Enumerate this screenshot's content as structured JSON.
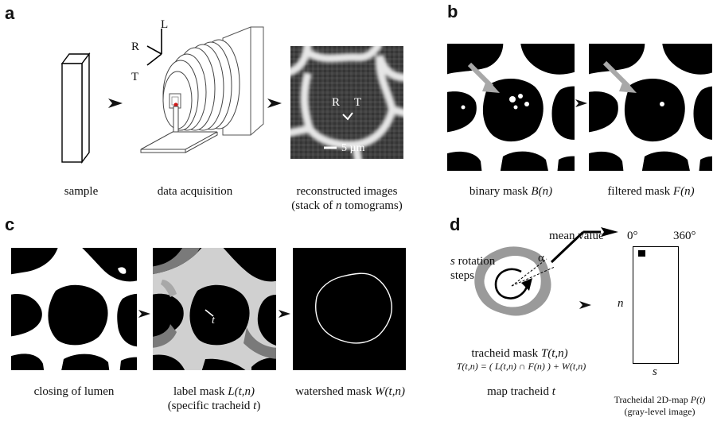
{
  "panels": {
    "a": {
      "letter": "a",
      "captions": {
        "sample": "sample",
        "acquisition": "data acquisition",
        "reconstructed_line1": "reconstructed images",
        "reconstructed_line2_pre": "(stack of ",
        "reconstructed_line2_n": "n",
        "reconstructed_line2_post": " tomograms)"
      },
      "axes": {
        "L": "L",
        "R": "R",
        "T": "T"
      },
      "tomogram_axes": {
        "R": "R",
        "T": "T"
      },
      "scale_bar": "5 µm"
    },
    "b": {
      "letter": "b",
      "binary_caption_pre": "binary mask ",
      "binary_caption_italic": "B(n)",
      "filtered_caption_pre": "filtered mask ",
      "filtered_caption_italic": "F(n)"
    },
    "c": {
      "letter": "c",
      "closing_caption": "closing of lumen",
      "label_caption_pre": "label mask ",
      "label_caption_italic": "L(t,n)",
      "label_caption_line2_pre": "(specific tracheid ",
      "label_caption_line2_italic": "t",
      "label_caption_line2_post": ")",
      "label_t": "t",
      "watershed_caption_pre": "watershed mask ",
      "watershed_caption_italic": "W(t,n)"
    },
    "d": {
      "letter": "d",
      "mean_value": "mean value",
      "deg0": "0°",
      "deg360": "360°",
      "alpha": "α",
      "rotation_s": "s",
      "rotation_line1_post": " rotation",
      "rotation_line2": "steps",
      "axis_n": "n",
      "axis_s": "s",
      "tracheid_mask_pre": "tracheid mask ",
      "tracheid_mask_italic": "T(t,n)",
      "formula": "T(t,n) = ( L(t,n) ∩ F(n) ) + W(t,n)",
      "map_caption_pre": "map tracheid ",
      "map_caption_italic": "t",
      "map2d_line1_pre": "Tracheidal 2D-map ",
      "map2d_line1_italic": "P(t)",
      "map2d_line2": "(gray-level image)"
    }
  },
  "colors": {
    "black": "#000000",
    "white": "#ffffff",
    "gray_mask": "#9a9a9a",
    "arrow_gray": "#a8a8a8"
  }
}
